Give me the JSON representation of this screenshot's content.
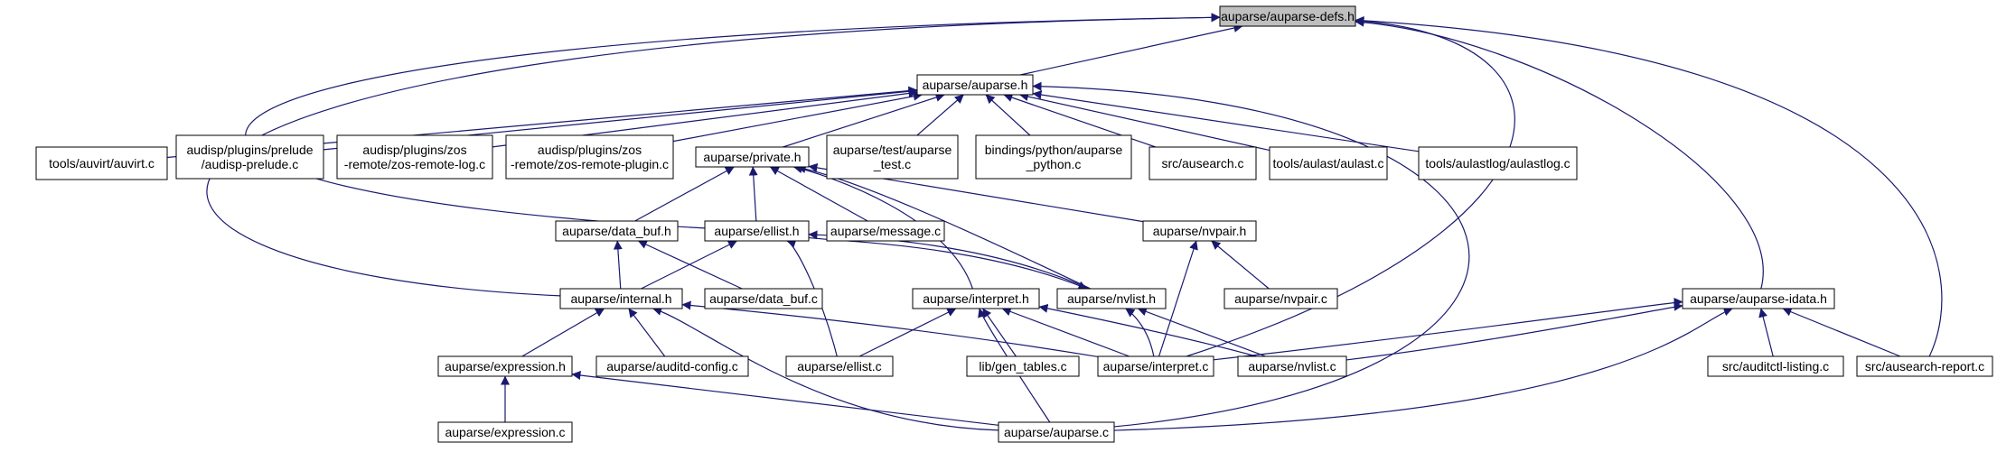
{
  "diagram": {
    "title": "",
    "colors": {
      "edge": "#191970",
      "root_fill": "#bfbfbf",
      "node_fill": "#ffffff",
      "node_border": "#000000"
    },
    "nodes": [
      {
        "id": "defs",
        "lines": [
          "auparse/auparse-defs.h"
        ],
        "root": true
      },
      {
        "id": "auparse_h",
        "lines": [
          "auparse/auparse.h"
        ]
      },
      {
        "id": "auvirt",
        "lines": [
          "tools/auvirt/auvirt.c"
        ]
      },
      {
        "id": "prelude",
        "lines": [
          "audisp/plugins/prelude",
          "/audisp-prelude.c"
        ]
      },
      {
        "id": "zoslog",
        "lines": [
          "audisp/plugins/zos",
          "-remote/zos-remote-log.c"
        ]
      },
      {
        "id": "zosplugin",
        "lines": [
          "audisp/plugins/zos",
          "-remote/zos-remote-plugin.c"
        ]
      },
      {
        "id": "private",
        "lines": [
          "auparse/private.h"
        ]
      },
      {
        "id": "testc",
        "lines": [
          "auparse/test/auparse",
          "_test.c"
        ]
      },
      {
        "id": "pyc",
        "lines": [
          "bindings/python/auparse",
          "_python.c"
        ]
      },
      {
        "id": "ausearch",
        "lines": [
          "src/ausearch.c"
        ]
      },
      {
        "id": "aulast",
        "lines": [
          "tools/aulast/aulast.c"
        ]
      },
      {
        "id": "aulastlog",
        "lines": [
          "tools/aulastlog/aulastlog.c"
        ]
      },
      {
        "id": "databufh",
        "lines": [
          "auparse/data_buf.h"
        ]
      },
      {
        "id": "ellisth",
        "lines": [
          "auparse/ellist.h"
        ]
      },
      {
        "id": "message",
        "lines": [
          "auparse/message.c"
        ]
      },
      {
        "id": "nvpairh",
        "lines": [
          "auparse/nvpair.h"
        ]
      },
      {
        "id": "internal",
        "lines": [
          "auparse/internal.h"
        ]
      },
      {
        "id": "databufc",
        "lines": [
          "auparse/data_buf.c"
        ]
      },
      {
        "id": "interph",
        "lines": [
          "auparse/interpret.h"
        ]
      },
      {
        "id": "nvlisth",
        "lines": [
          "auparse/nvlist.h"
        ]
      },
      {
        "id": "nvpairc",
        "lines": [
          "auparse/nvpair.c"
        ]
      },
      {
        "id": "idata",
        "lines": [
          "auparse/auparse-idata.h"
        ]
      },
      {
        "id": "exprh",
        "lines": [
          "auparse/expression.h"
        ]
      },
      {
        "id": "auditd",
        "lines": [
          "auparse/auditd-config.c"
        ]
      },
      {
        "id": "ellistc",
        "lines": [
          "auparse/ellist.c"
        ]
      },
      {
        "id": "gentables",
        "lines": [
          "lib/gen_tables.c"
        ]
      },
      {
        "id": "interpc",
        "lines": [
          "auparse/interpret.c"
        ]
      },
      {
        "id": "nvlistc",
        "lines": [
          "auparse/nvlist.c"
        ]
      },
      {
        "id": "auditctl",
        "lines": [
          "src/auditctl-listing.c"
        ]
      },
      {
        "id": "ausearchrep",
        "lines": [
          "src/ausearch-report.c"
        ]
      },
      {
        "id": "exprc",
        "lines": [
          "auparse/expression.c"
        ]
      },
      {
        "id": "auparsec",
        "lines": [
          "auparse/auparse.c"
        ]
      }
    ],
    "edges": [
      {
        "from": "auparse_h",
        "to": "defs"
      },
      {
        "from": "ellisth",
        "to": "defs"
      },
      {
        "from": "internal",
        "to": "defs"
      },
      {
        "from": "interpc",
        "to": "defs"
      },
      {
        "from": "idata",
        "to": "defs"
      },
      {
        "from": "ausearchrep",
        "to": "defs"
      },
      {
        "from": "auvirt",
        "to": "auparse_h"
      },
      {
        "from": "prelude",
        "to": "auparse_h"
      },
      {
        "from": "zoslog",
        "to": "auparse_h"
      },
      {
        "from": "zosplugin",
        "to": "auparse_h"
      },
      {
        "from": "private",
        "to": "auparse_h"
      },
      {
        "from": "testc",
        "to": "auparse_h"
      },
      {
        "from": "pyc",
        "to": "auparse_h"
      },
      {
        "from": "ausearch",
        "to": "auparse_h"
      },
      {
        "from": "aulast",
        "to": "auparse_h"
      },
      {
        "from": "aulastlog",
        "to": "auparse_h"
      },
      {
        "from": "auparsec",
        "to": "auparse_h"
      },
      {
        "from": "databufh",
        "to": "private"
      },
      {
        "from": "ellisth",
        "to": "private"
      },
      {
        "from": "message",
        "to": "private"
      },
      {
        "from": "nvpairh",
        "to": "private"
      },
      {
        "from": "interph",
        "to": "private"
      },
      {
        "from": "nvlisth",
        "to": "private"
      },
      {
        "from": "internal",
        "to": "databufh"
      },
      {
        "from": "databufc",
        "to": "databufh"
      },
      {
        "from": "internal",
        "to": "ellisth"
      },
      {
        "from": "ellistc",
        "to": "ellisth"
      },
      {
        "from": "nvlisth",
        "to": "ellisth"
      },
      {
        "from": "ellisth",
        "to": "nvlisth"
      },
      {
        "from": "interpc",
        "to": "nvpairh"
      },
      {
        "from": "nvpairc",
        "to": "nvpairh"
      },
      {
        "from": "exprh",
        "to": "internal"
      },
      {
        "from": "auditd",
        "to": "internal"
      },
      {
        "from": "auparsec",
        "to": "internal"
      },
      {
        "from": "interpc",
        "to": "internal"
      },
      {
        "from": "ellistc",
        "to": "interph"
      },
      {
        "from": "gentables",
        "to": "interph"
      },
      {
        "from": "interpc",
        "to": "interph"
      },
      {
        "from": "nvlistc",
        "to": "interph"
      },
      {
        "from": "auparsec",
        "to": "interph"
      },
      {
        "from": "interpc",
        "to": "nvlisth"
      },
      {
        "from": "nvlistc",
        "to": "nvlisth"
      },
      {
        "from": "interpc",
        "to": "idata"
      },
      {
        "from": "nvlistc",
        "to": "idata"
      },
      {
        "from": "auditctl",
        "to": "idata"
      },
      {
        "from": "ausearchrep",
        "to": "idata"
      },
      {
        "from": "auparsec",
        "to": "idata"
      },
      {
        "from": "exprc",
        "to": "exprh"
      },
      {
        "from": "auparsec",
        "to": "exprh"
      }
    ]
  }
}
